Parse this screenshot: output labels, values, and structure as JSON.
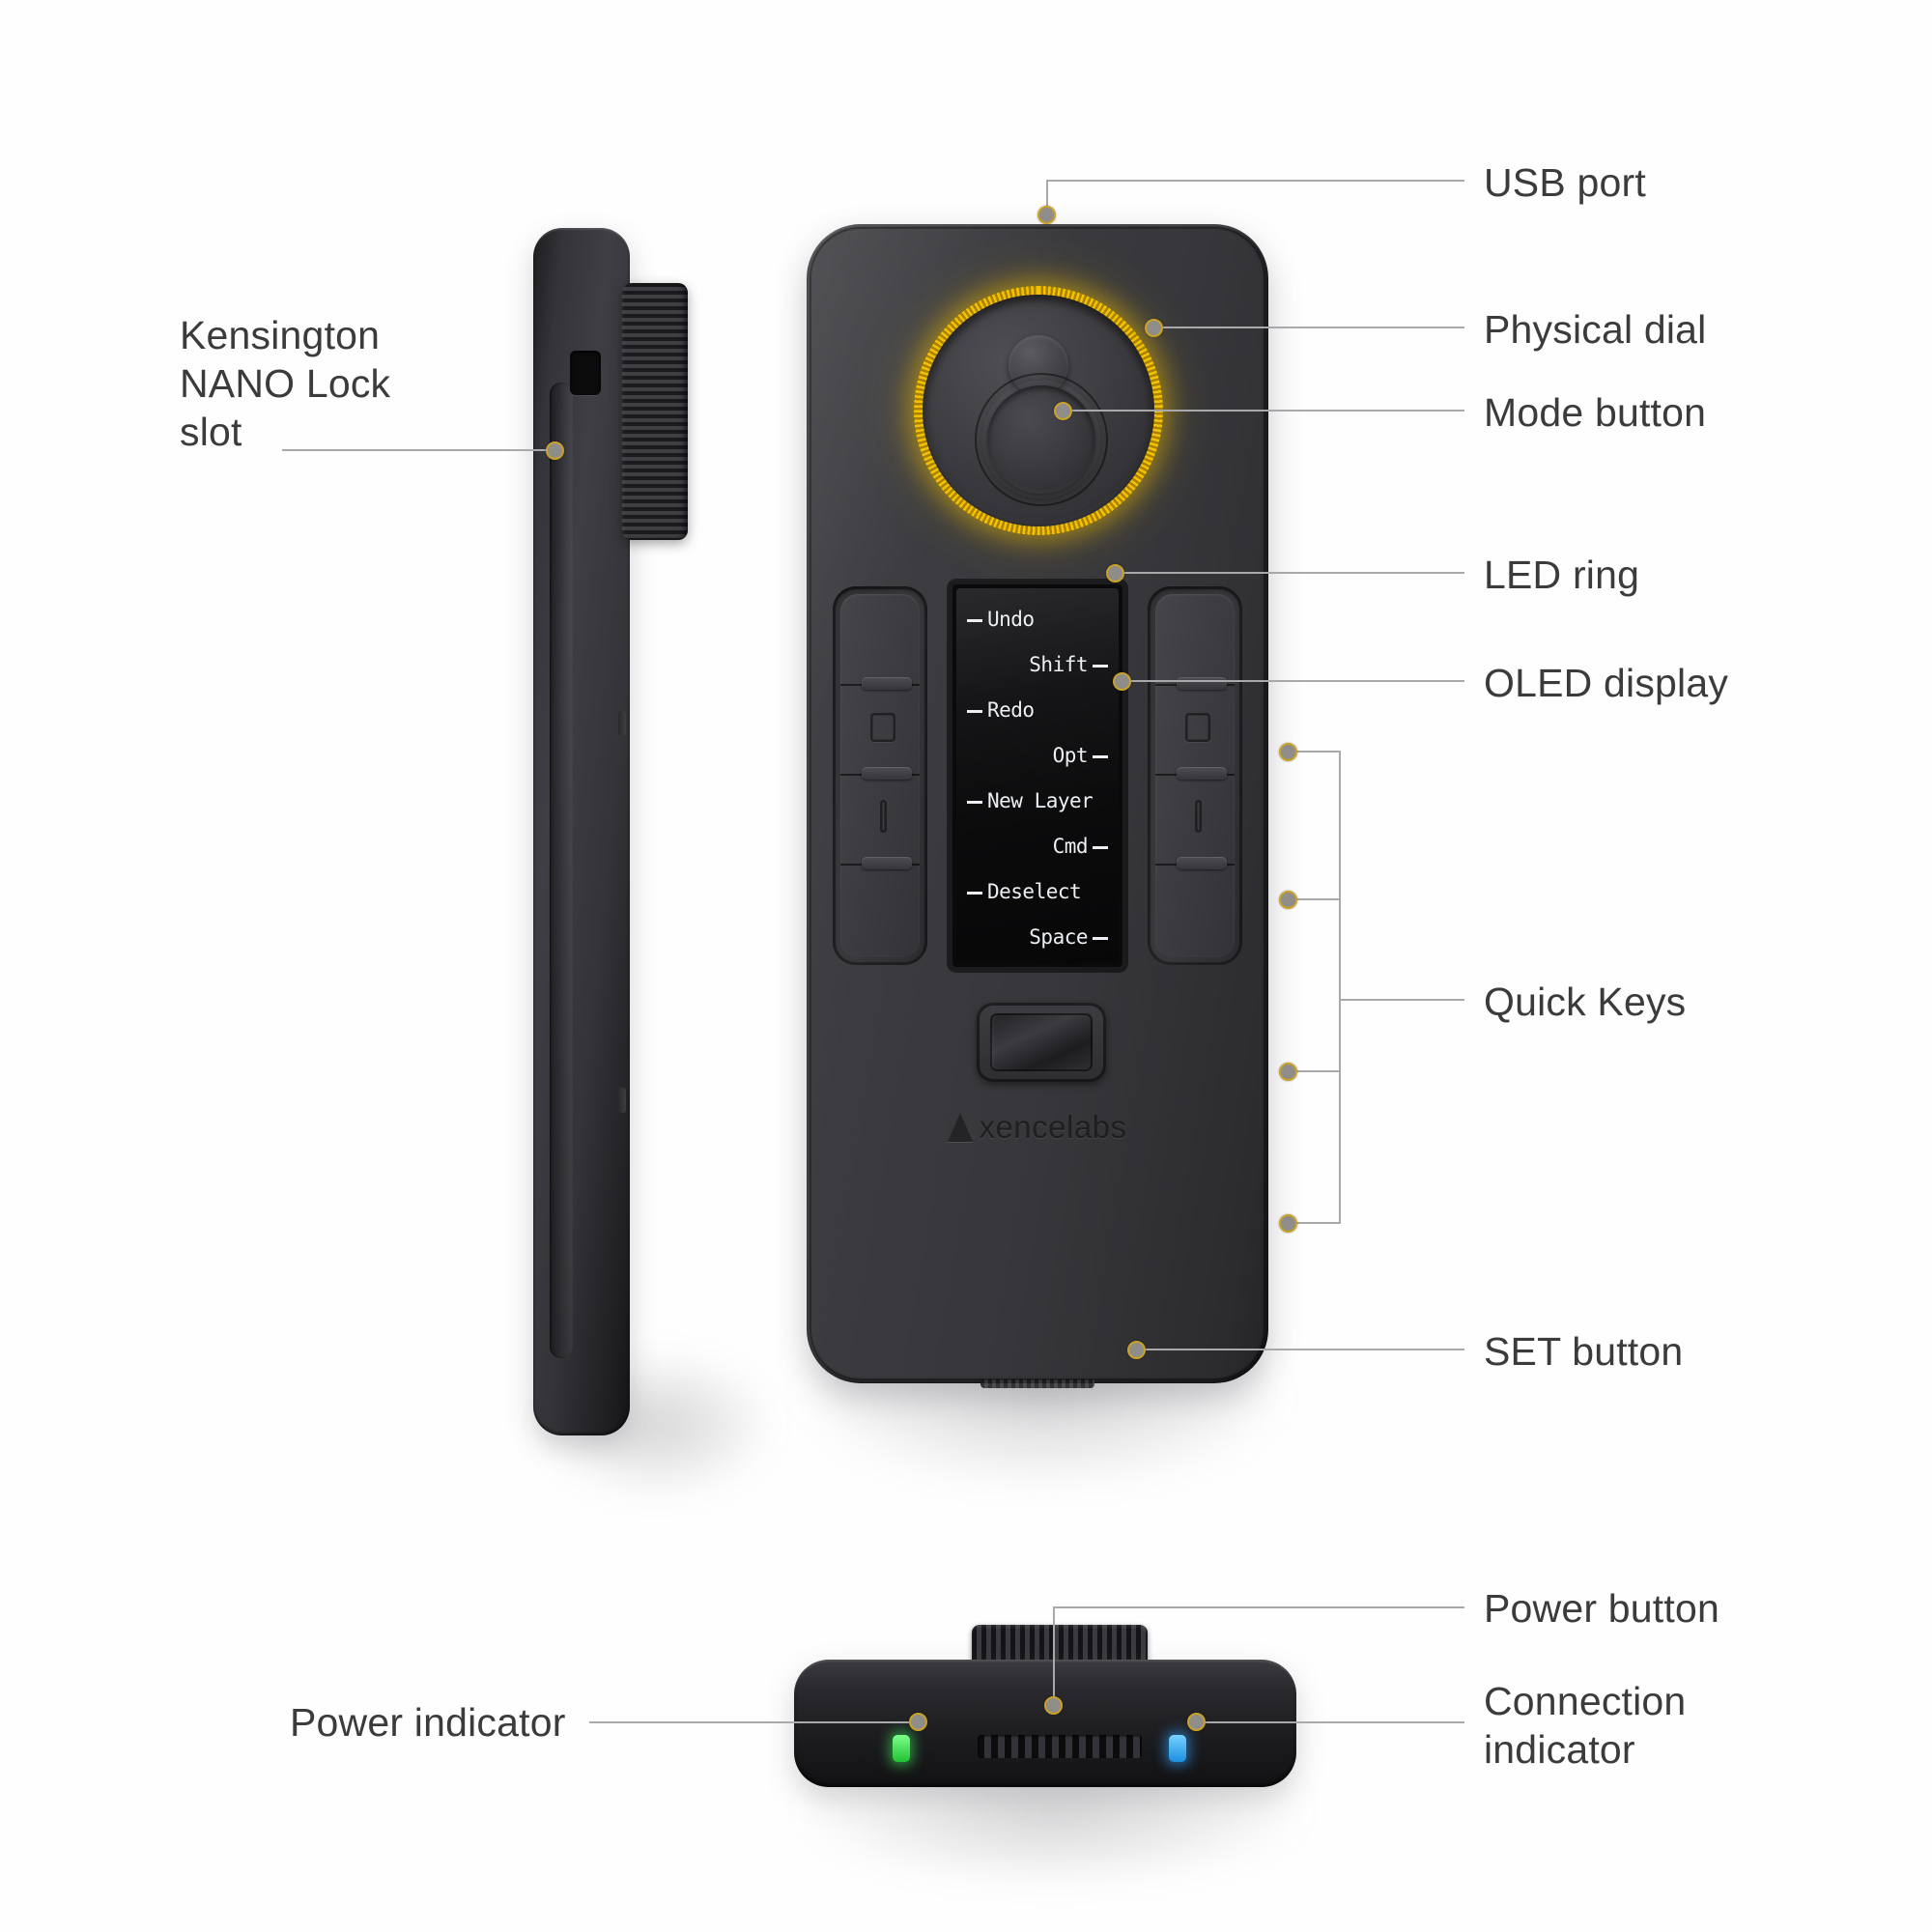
{
  "diagram": {
    "title": "Xencelabs Quick Keys remote — annotated callout diagram",
    "accent_color": "#c9a227",
    "led_ring_color": "#f3c100",
    "leader_line_color": "#a9a9ab",
    "text_color": "#3b3b3d",
    "background_color": "#fefefe"
  },
  "brand": {
    "name": "xencelabs",
    "mark": "diamond-gem-icon"
  },
  "callouts": {
    "usb_port": "USB port",
    "physical_dial": "Physical dial",
    "mode_button": "Mode button",
    "led_ring": "LED ring",
    "oled_display": "OLED display",
    "quick_keys": "Quick Keys",
    "set_button": "SET button",
    "kensington": "Kensington\nNANO Lock\nslot",
    "power_button": "Power button",
    "power_indicator": "Power indicator",
    "connection_indicator": "Connection\nindicator"
  },
  "oled": {
    "rows": [
      {
        "label": "Undo",
        "align": "left"
      },
      {
        "label": "Shift",
        "align": "right"
      },
      {
        "label": "Redo",
        "align": "left"
      },
      {
        "label": "Opt",
        "align": "right"
      },
      {
        "label": "New Layer",
        "align": "left"
      },
      {
        "label": "Cmd",
        "align": "right"
      },
      {
        "label": "Deselect",
        "align": "left"
      },
      {
        "label": "Space",
        "align": "right"
      }
    ]
  },
  "views": {
    "side": "left-side-profile-view",
    "front": "front-face-view",
    "bottom": "bottom-edge-view"
  },
  "indicators": {
    "power_led_color": "#3ce65a",
    "connection_led_color": "#32a0ff"
  }
}
